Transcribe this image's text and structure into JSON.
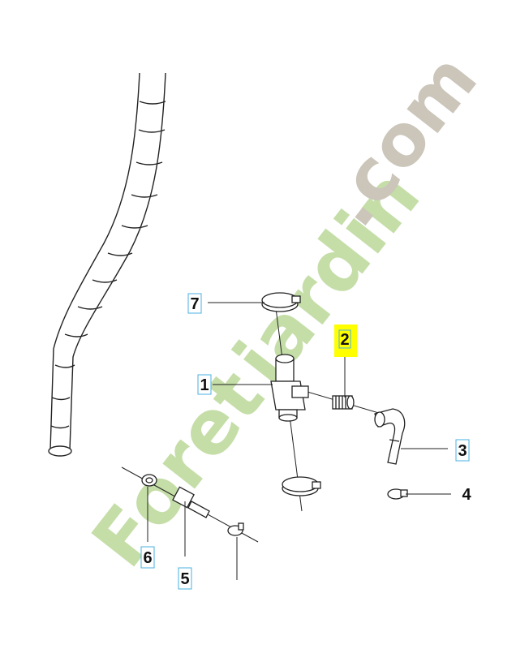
{
  "callouts": [
    {
      "id": "7",
      "label": "7",
      "boxed": true,
      "highlighted": false
    },
    {
      "id": "2",
      "label": "2",
      "boxed": true,
      "highlighted": true
    },
    {
      "id": "1",
      "label": "1",
      "boxed": true,
      "highlighted": false
    },
    {
      "id": "3",
      "label": "3",
      "boxed": true,
      "highlighted": false
    },
    {
      "id": "4",
      "label": "4",
      "boxed": false,
      "highlighted": false
    },
    {
      "id": "6",
      "label": "6",
      "boxed": true,
      "highlighted": false
    },
    {
      "id": "5",
      "label": "5",
      "boxed": true,
      "highlighted": false
    }
  ],
  "watermark": {
    "text_foret": "Foret",
    "text_jardin": "jardin",
    "text_com": ".com",
    "color_green": "#c5dea8",
    "color_orange": "#f5c98f",
    "color_grey": "#cbc5ba"
  },
  "colors": {
    "line": "#222222",
    "box_border": "#4ab0e0",
    "highlight": "#ffff00"
  }
}
